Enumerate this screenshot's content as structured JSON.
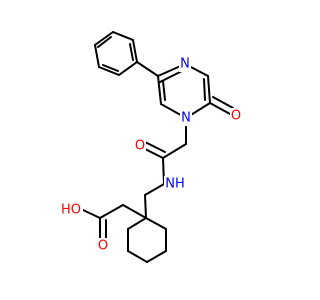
{
  "molecule": {
    "atom_labels": {
      "n_pyrazine_top": "N",
      "n_pyrazine_ring": "N",
      "o_ring_carbonyl": "O",
      "o_amide": "O",
      "n_amide": "NH",
      "o_acid_hydroxyl": "HO",
      "o_acid_carbonyl": "O"
    },
    "colors": {
      "bond": "#000000",
      "nitrogen": "#0000ff",
      "oxygen": "#ff0000",
      "background": "#ffffff"
    }
  }
}
